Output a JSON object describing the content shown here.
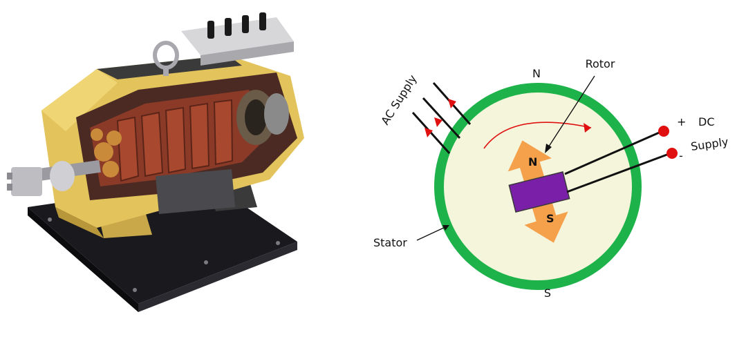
{
  "figure": {
    "photo": {
      "subject": "Cutaway synchronous motor model"
    },
    "diagram": {
      "labels": {
        "pole_top": "N",
        "pole_bottom": "S",
        "rotor": "Rotor",
        "stator": "Stator",
        "ac_supply": "AC Supply",
        "dc_label": "DC",
        "dc_supply": "Supply",
        "plus": "+",
        "minus": "-",
        "rotor_north": "N",
        "rotor_south": "S"
      },
      "colors": {
        "stator_ring": "#1db34a",
        "stator_fill": "#f5f5dc",
        "rotor_arrow": "#f5a04a",
        "rotor_magnet": "#7a1fa8",
        "terminal": "#e01010",
        "rotation_arrow": "#e01010",
        "ac_arrow": "#e01010"
      }
    }
  }
}
